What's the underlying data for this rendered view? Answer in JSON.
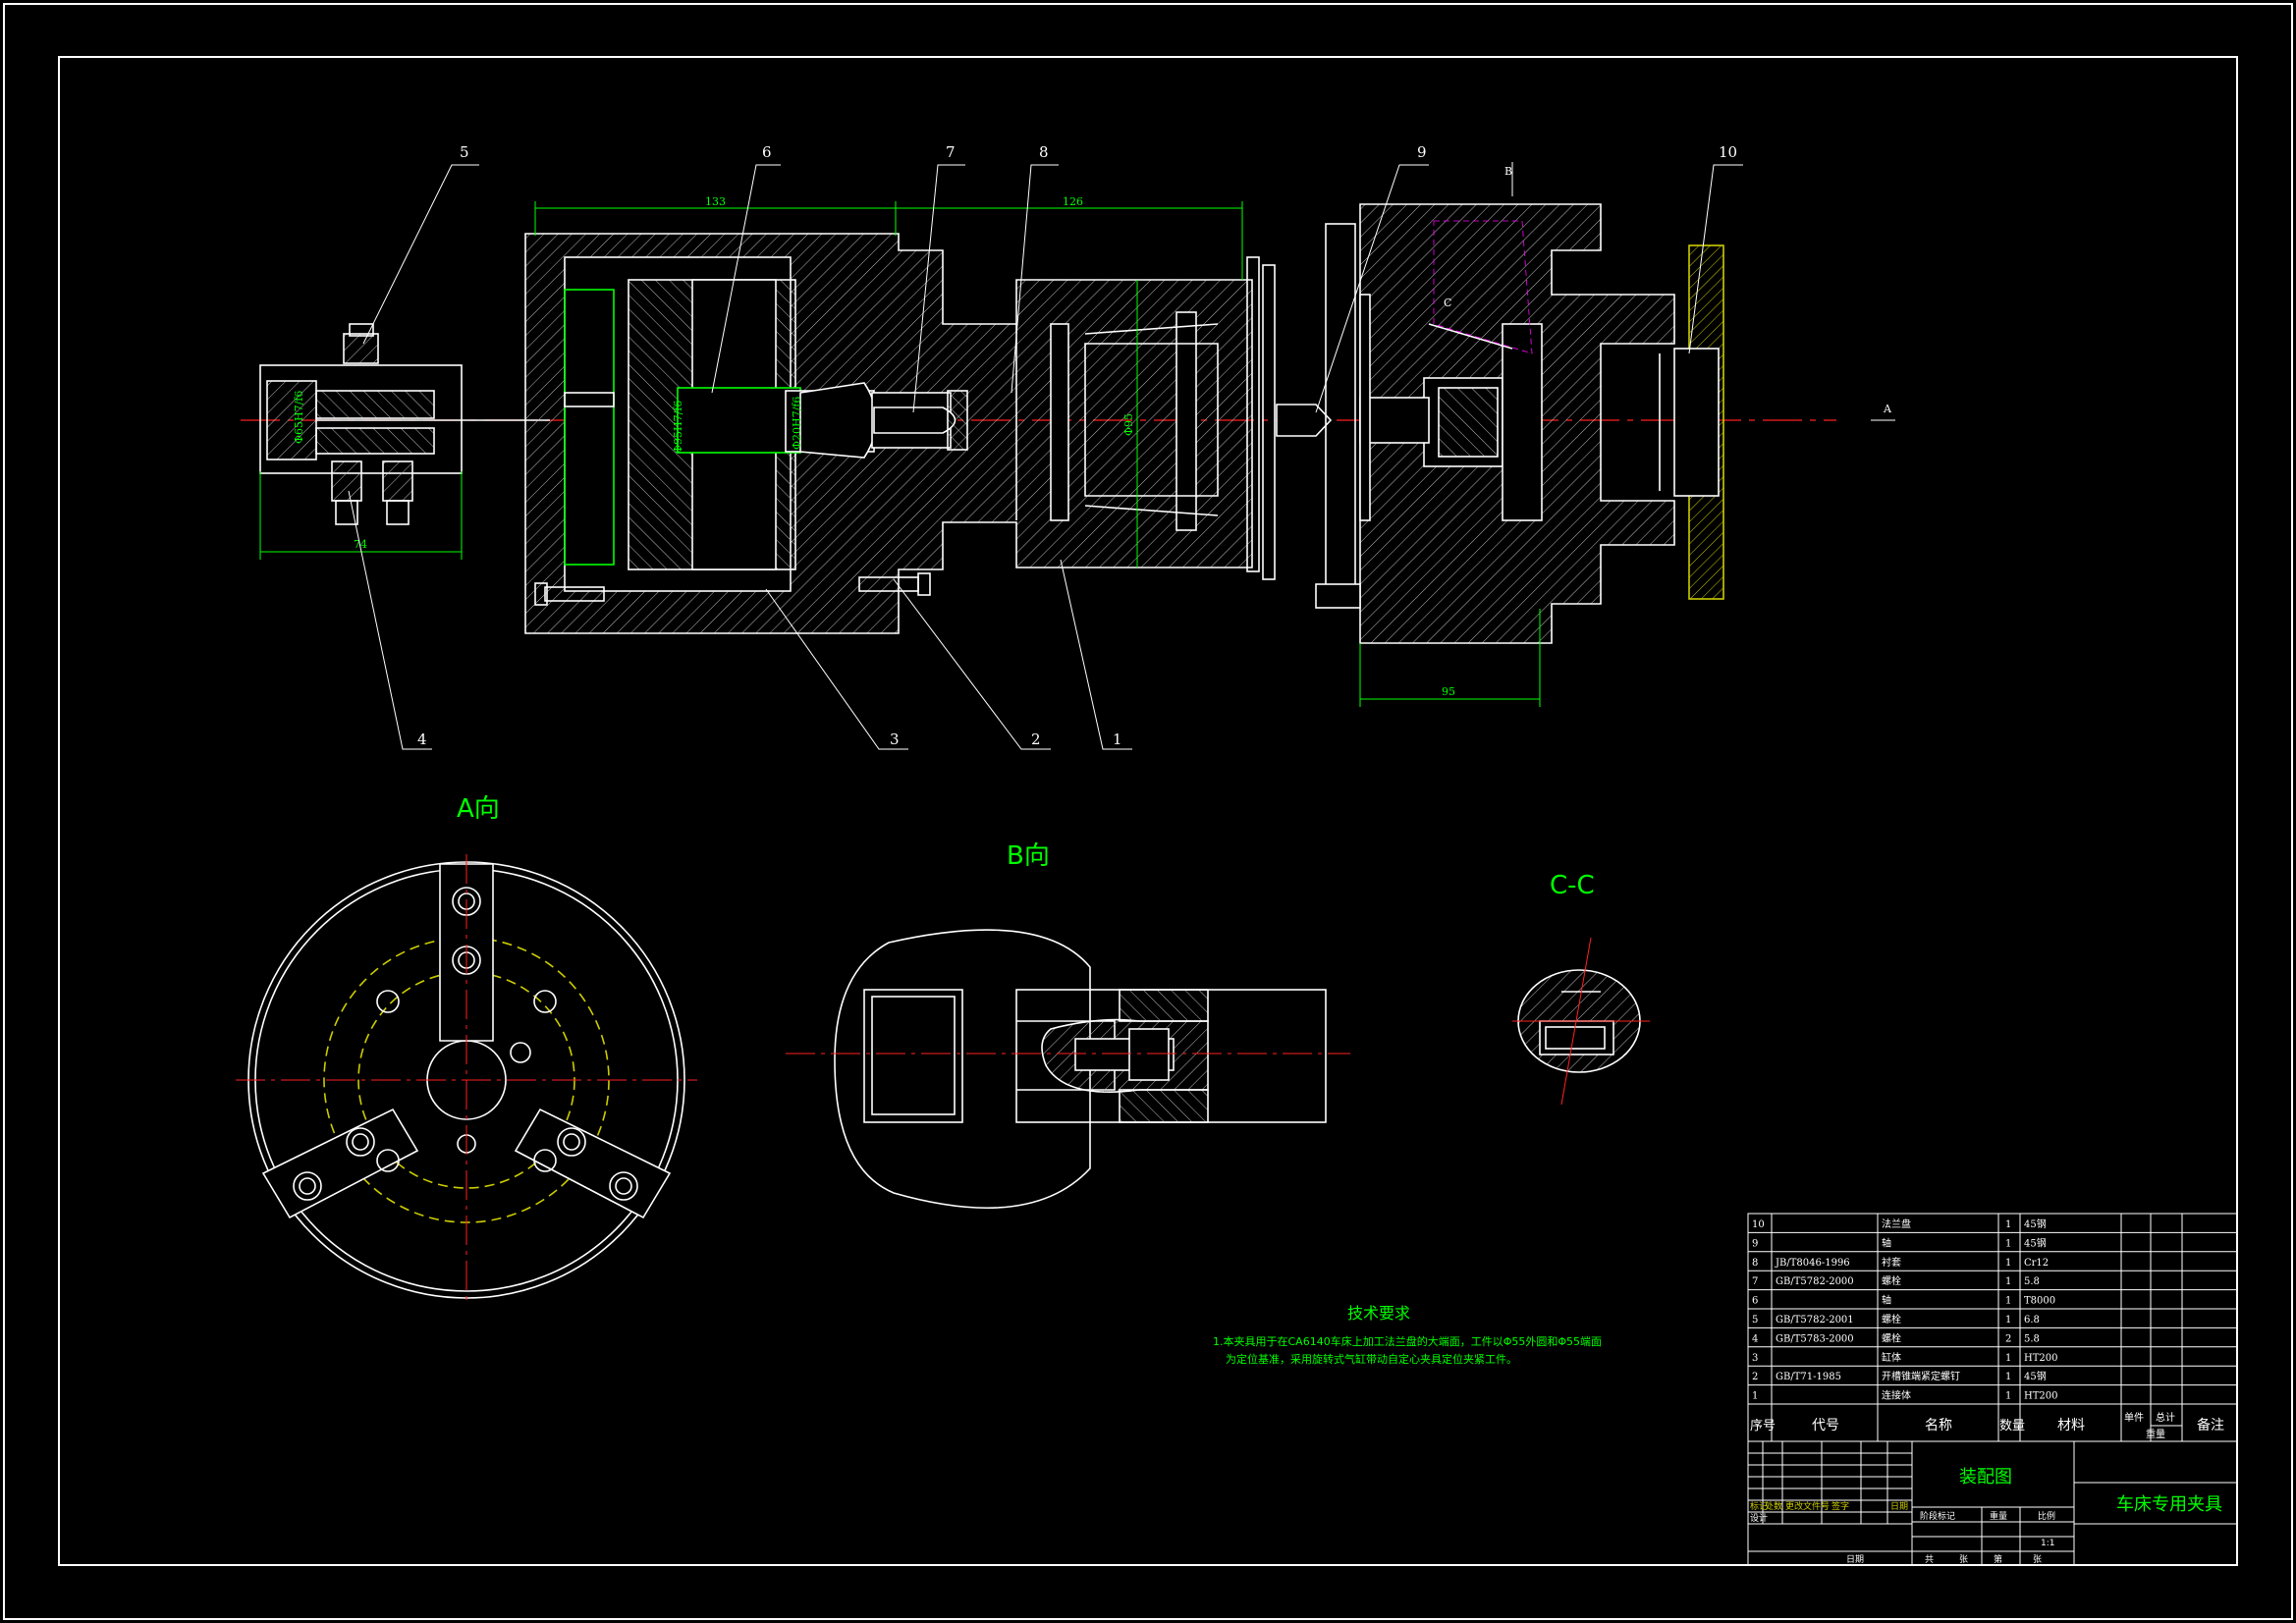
{
  "colors": {
    "background": "#000000",
    "line": "#ffffff",
    "dimension": "#00ff00",
    "centerline": "#ff2020",
    "hatch": "#c8c8c8",
    "hidden": "#ffff00",
    "magenta": "#ff00ff"
  },
  "dimensions": {
    "d133": "133",
    "d126": "126",
    "d74": "74",
    "d95": "95",
    "phi_bore_a": "Φ95H7/f6",
    "phi_bore_b": "Φ65H7/f6",
    "phi_bore_c": "Φ20H7/f6",
    "phi_body": "Φ95"
  },
  "marks": {
    "view_b_arrow": "B",
    "view_a_arrow": "A",
    "section_c": "C"
  },
  "balloons": [
    "1",
    "2",
    "3",
    "4",
    "5",
    "6",
    "7",
    "8",
    "9",
    "10"
  ],
  "views": {
    "a": "A向",
    "b": "B向",
    "cc": "C-C"
  },
  "tech": {
    "title": "技术要求",
    "line1": "1.本夹具用于在CA6140车床上加工法兰盘的大端面，工件以Φ55外圆和Φ55端面",
    "line2": "为定位基准，采用旋转式气缸带动自定心夹具定位夹紧工件。"
  },
  "bom": {
    "rows": [
      {
        "no": "10",
        "code": "",
        "name": "法兰盘",
        "qty": "1",
        "mat": "45钢"
      },
      {
        "no": "9",
        "code": "",
        "name": "轴",
        "qty": "1",
        "mat": "45钢"
      },
      {
        "no": "8",
        "code": "JB/T8046-1996",
        "name": "衬套",
        "qty": "1",
        "mat": "Cr12"
      },
      {
        "no": "7",
        "code": "GB/T5782-2000",
        "name": "螺栓",
        "qty": "1",
        "mat": "5.8"
      },
      {
        "no": "6",
        "code": "",
        "name": "轴",
        "qty": "1",
        "mat": "T8000"
      },
      {
        "no": "5",
        "code": "GB/T5782-2001",
        "name": "螺栓",
        "qty": "1",
        "mat": "6.8"
      },
      {
        "no": "4",
        "code": "GB/T5783-2000",
        "name": "螺栓",
        "qty": "2",
        "mat": "5.8"
      },
      {
        "no": "3",
        "code": "",
        "name": "缸体",
        "qty": "1",
        "mat": "HT200"
      },
      {
        "no": "2",
        "code": "GB/T71-1985",
        "name": "开槽锥端紧定螺钉",
        "qty": "1",
        "mat": "45钢"
      },
      {
        "no": "1",
        "code": "",
        "name": "连接体",
        "qty": "1",
        "mat": "HT200"
      }
    ],
    "header": {
      "no": "序号",
      "code": "代号",
      "name": "名称",
      "qty": "数量",
      "mat": "材料",
      "single": "单件",
      "total": "总计",
      "weight": "重量",
      "remark": "备注"
    }
  },
  "titleblock": {
    "drawing_type": "装配图",
    "part_name": "车床专用夹具",
    "mark": "标记",
    "count": "处数",
    "zone": "更改文件号",
    "sign": "签字",
    "date": "日期",
    "design": "设计",
    "stage": "阶段标记",
    "weight": "重量",
    "scale": "比例",
    "scale_value": "1:1",
    "sheet": "共",
    "page": "张",
    "approve": "第",
    "of": "张",
    "date2": "日期"
  }
}
